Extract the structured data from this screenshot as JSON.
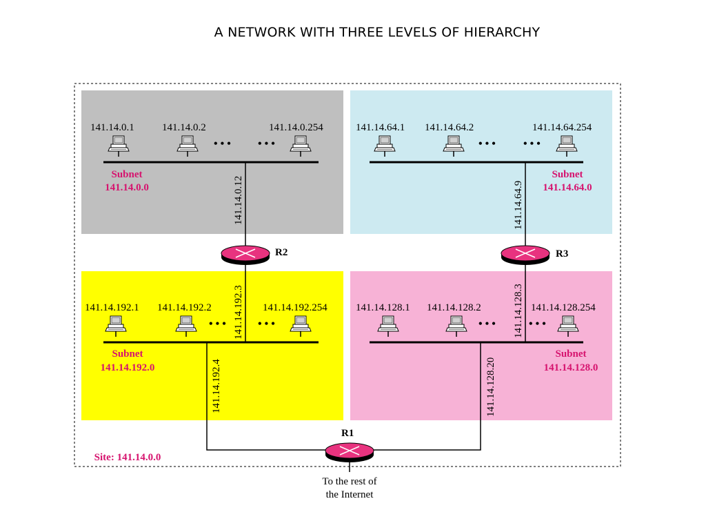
{
  "title": "A NETWORK WITH THREE LEVELS OF HIERARCHY",
  "colors": {
    "subnet_0": "#bfbfbf",
    "subnet_64": "#cdeaf1",
    "subnet_192": "#ffff00",
    "subnet_128": "#f7b2d6",
    "router": "#e8337f",
    "label_magenta": "#d6136e"
  },
  "subnets": [
    {
      "id": "s0",
      "hosts": [
        "141.14.0.1",
        "141.14.0.2",
        "141.14.0.254"
      ],
      "subnet_word": "Subnet",
      "subnet_addr": "141.14.0.0",
      "link": "141.14.0.12"
    },
    {
      "id": "s64",
      "hosts": [
        "141.14.64.1",
        "141.14.64.2",
        "141.14.64.254"
      ],
      "subnet_word": "Subnet",
      "subnet_addr": "141.14.64.0",
      "link": "141.14.64.9"
    },
    {
      "id": "s192",
      "hosts": [
        "141.14.192.1",
        "141.14.192.2",
        "141.14.192.254"
      ],
      "subnet_word": "Subnet",
      "subnet_addr": "141.14.192.0",
      "link_up": "141.14.192.3",
      "link_down": "141.14.192.4"
    },
    {
      "id": "s128",
      "hosts": [
        "141.14.128.1",
        "141.14.128.2",
        "141.14.128.254"
      ],
      "subnet_word": "Subnet",
      "subnet_addr": "141.14.128.0",
      "link_up": "141.14.128.3",
      "link_down": "141.14.128.20"
    }
  ],
  "ellipsis": "• • •",
  "routers": {
    "r1": "R1",
    "r2": "R2",
    "r3": "R3"
  },
  "site_label": "Site: 141.14.0.0",
  "internet_line1": "To the rest of",
  "internet_line2": "the Internet"
}
